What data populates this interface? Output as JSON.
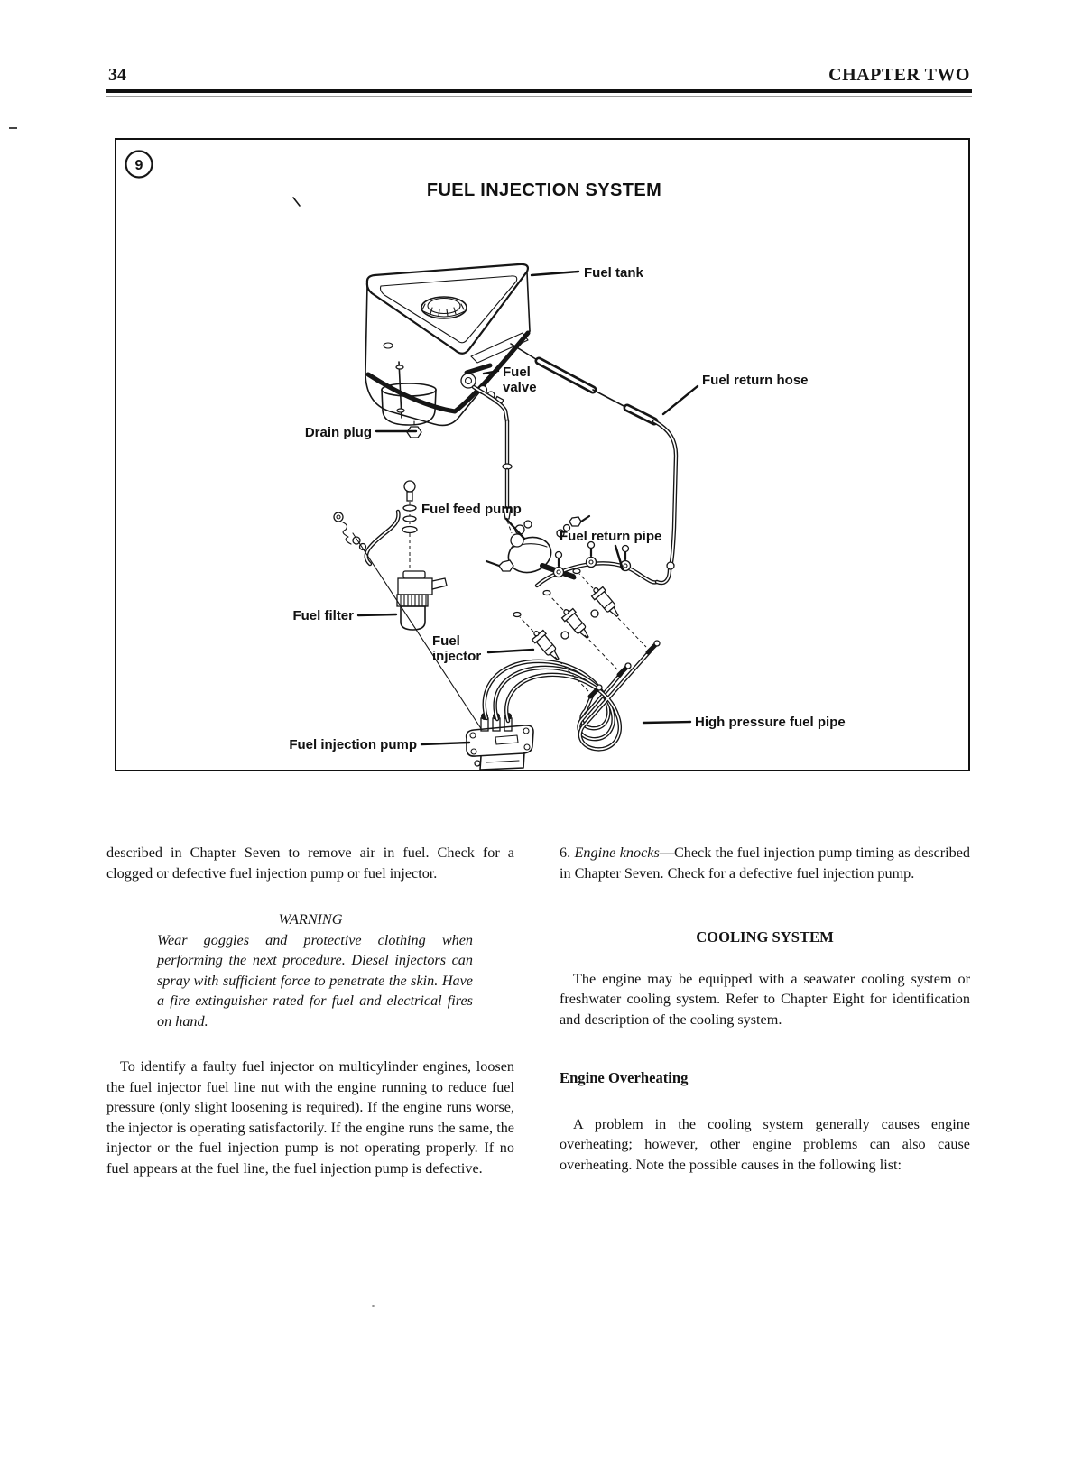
{
  "page_header": {
    "page_number": "34",
    "chapter_title": "CHAPTER TWO"
  },
  "figure": {
    "badge_number": "9",
    "title": "FUEL INJECTION SYSTEM",
    "labels": {
      "fuel_tank": "Fuel tank",
      "fuel_valve": {
        "line1": "Fuel",
        "line2": "valve"
      },
      "fuel_return_hose": "Fuel return hose",
      "drain_plug": "Drain plug",
      "fuel_feed_pump": "Fuel feed pump",
      "fuel_return_pipe": "Fuel return pipe",
      "fuel_filter": "Fuel filter",
      "fuel_injector": {
        "line1": "Fuel",
        "line2": "injector"
      },
      "high_pressure_fuel_pipe": "High pressure fuel pipe",
      "fuel_injection_pump": "Fuel injection pump"
    }
  },
  "left_column": {
    "paragraph_1": "described in Chapter Seven to remove air in fuel. Check for a clogged or defective fuel injection pump or fuel injector.",
    "warning_title": "WARNING",
    "warning_body": "Wear goggles and protective clothing when performing the next procedure. Diesel injectors can spray with sufficient force to penetrate the skin. Have a fire extinguisher rated for fuel and electrical fires on hand.",
    "paragraph_2": "To identify a faulty fuel injector on multicylinder engines, loosen the fuel injector fuel line nut with the engine running to reduce fuel pressure (only slight loosening is required). If the engine runs worse, the injector is operating satisfactorily. If the engine runs the same, the injector or the fuel injection pump is not operating properly. If no fuel appears at the fuel line, the fuel injection pump is defective."
  },
  "right_column": {
    "item_6_number": "6.",
    "item_6_term": "Engine knocks",
    "item_6_text": "—Check the fuel injection pump timing as described in Chapter Seven. Check for a defective fuel injection pump.",
    "cooling_heading": "COOLING SYSTEM",
    "cooling_paragraph": "The engine may be equipped with a seawater cooling system or freshwater cooling system. Refer to Chapter Eight for identification and description of the cooling system.",
    "overheating_heading": "Engine Overheating",
    "overheating_paragraph": "A problem in the cooling system generally causes engine overheating; however, other engine problems can also cause overheating. Note the possible causes in the following list:"
  },
  "colors": {
    "ink": "#141414",
    "paper": "#ffffff"
  }
}
